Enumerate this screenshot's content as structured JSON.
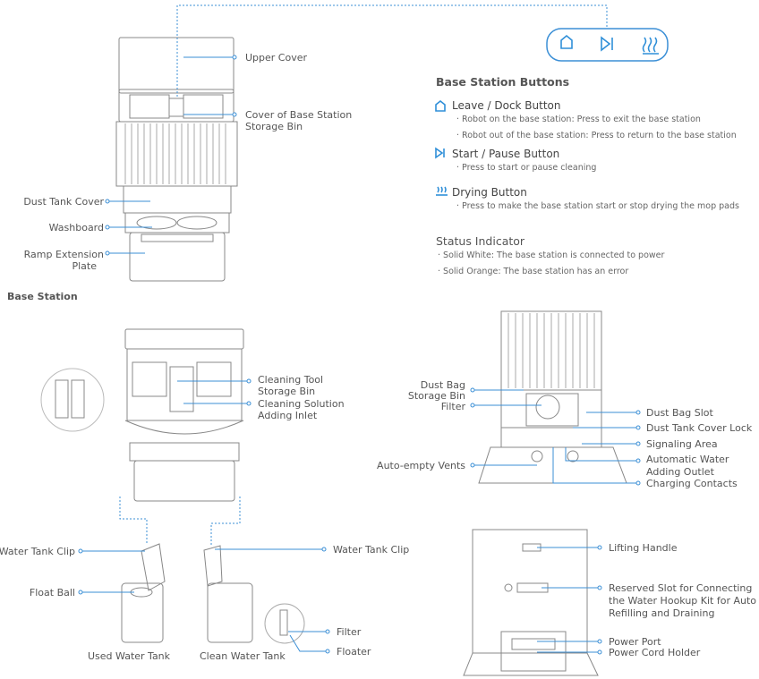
{
  "colors": {
    "accent": "#2f8fd8",
    "line": "#4a9fe0",
    "device": "#888888"
  },
  "icons": [
    "house-icon",
    "play-pause-icon",
    "drying-icon"
  ],
  "top_labels": {
    "upper_cover": "Upper Cover",
    "cover_storage_1": "Cover of Base Station",
    "cover_storage_2": "Storage Bin",
    "dust_tank_cover": "Dust Tank Cover",
    "washboard": "Washboard",
    "ramp_1": "Ramp Extension",
    "ramp_2": "Plate",
    "caption": "Base Station"
  },
  "buttons_panel": {
    "title": "Base Station Buttons",
    "items": [
      {
        "name": "Leave / Dock Button",
        "lines": [
          "Robot on the base station: Press to exit the base station",
          "Robot out of the base station: Press to return to the base station"
        ]
      },
      {
        "name": "Start / Pause Button",
        "lines": [
          "Press to start or pause cleaning"
        ]
      },
      {
        "name": "Drying Button",
        "lines": [
          "Press to make the base station start or stop drying the mop pads"
        ]
      }
    ],
    "status_title": "Status Indicator",
    "status_lines": [
      "Solid White: The base station is connected to power",
      "Solid Orange: The base station has an error"
    ]
  },
  "mid_left": {
    "cleaning_tool_1": "Cleaning Tool",
    "cleaning_tool_2": "Storage Bin",
    "solution_1": "Cleaning Solution",
    "solution_2": "Adding Inlet"
  },
  "mid_right": {
    "dust_bag_storage_1": "Dust Bag",
    "dust_bag_storage_2": "Storage Bin",
    "filter": "Filter",
    "auto_empty": "Auto-empty Vents",
    "dust_bag_slot": "Dust Bag Slot",
    "dust_tank_lock": "Dust Tank Cover Lock",
    "signaling": "Signaling Area",
    "auto_water_1": "Automatic Water",
    "auto_water_2": "Adding Outlet",
    "charging": "Charging Contacts"
  },
  "bottom_left": {
    "water_tank_clip_left": "Water Tank Clip",
    "water_tank_clip_right": "Water Tank Clip",
    "float_ball": "Float Ball",
    "filter": "Filter",
    "floater": "Floater",
    "used_tank": "Used Water Tank",
    "clean_tank": "Clean Water Tank"
  },
  "bottom_right": {
    "lifting_handle": "Lifting Handle",
    "reserved_1": "Reserved Slot for Connecting",
    "reserved_2": "the Water Hookup Kit for Auto",
    "reserved_3": "Refilling and Draining",
    "power_port": "Power Port",
    "power_cord": "Power Cord  Holder"
  }
}
